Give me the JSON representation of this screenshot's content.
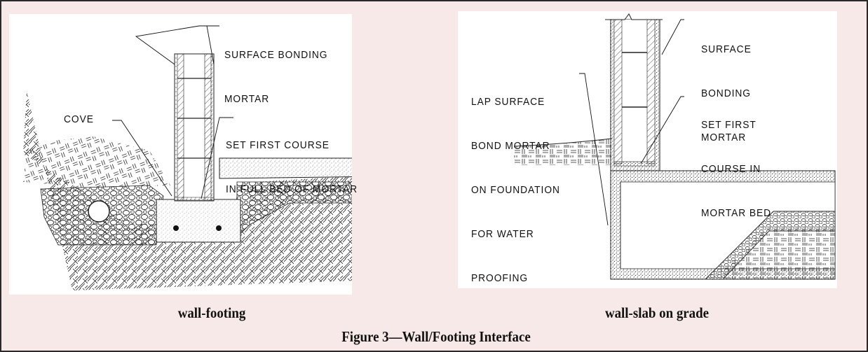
{
  "figure": {
    "title": "Figure 3—Wall/Footing Interface",
    "colors": {
      "background": "#f6e9e7",
      "border": "#2a2a2a",
      "panel": "#ffffff",
      "ink": "#111111"
    }
  },
  "left_panel": {
    "caption": "wall-footing",
    "labels": {
      "surface_bonding_mortar_1": "SURFACE BONDING",
      "surface_bonding_mortar_2": "MORTAR",
      "cove": "COVE",
      "set_first_course_1": "SET FIRST COURSE",
      "set_first_course_2": "IN FULL BED OF MORTAR"
    }
  },
  "right_panel": {
    "caption": "wall-slab on grade",
    "labels": {
      "surface_1": "SURFACE",
      "surface_2": "BONDING",
      "surface_3": "MORTAR",
      "lap_1": "LAP SURFACE",
      "lap_2": "BOND MORTAR",
      "lap_3": "ON FOUNDATION",
      "lap_4": "FOR WATER",
      "lap_5": "PROOFING",
      "set_1": "SET FIRST",
      "set_2": "COURSE IN",
      "set_3": "MORTAR BED"
    }
  }
}
